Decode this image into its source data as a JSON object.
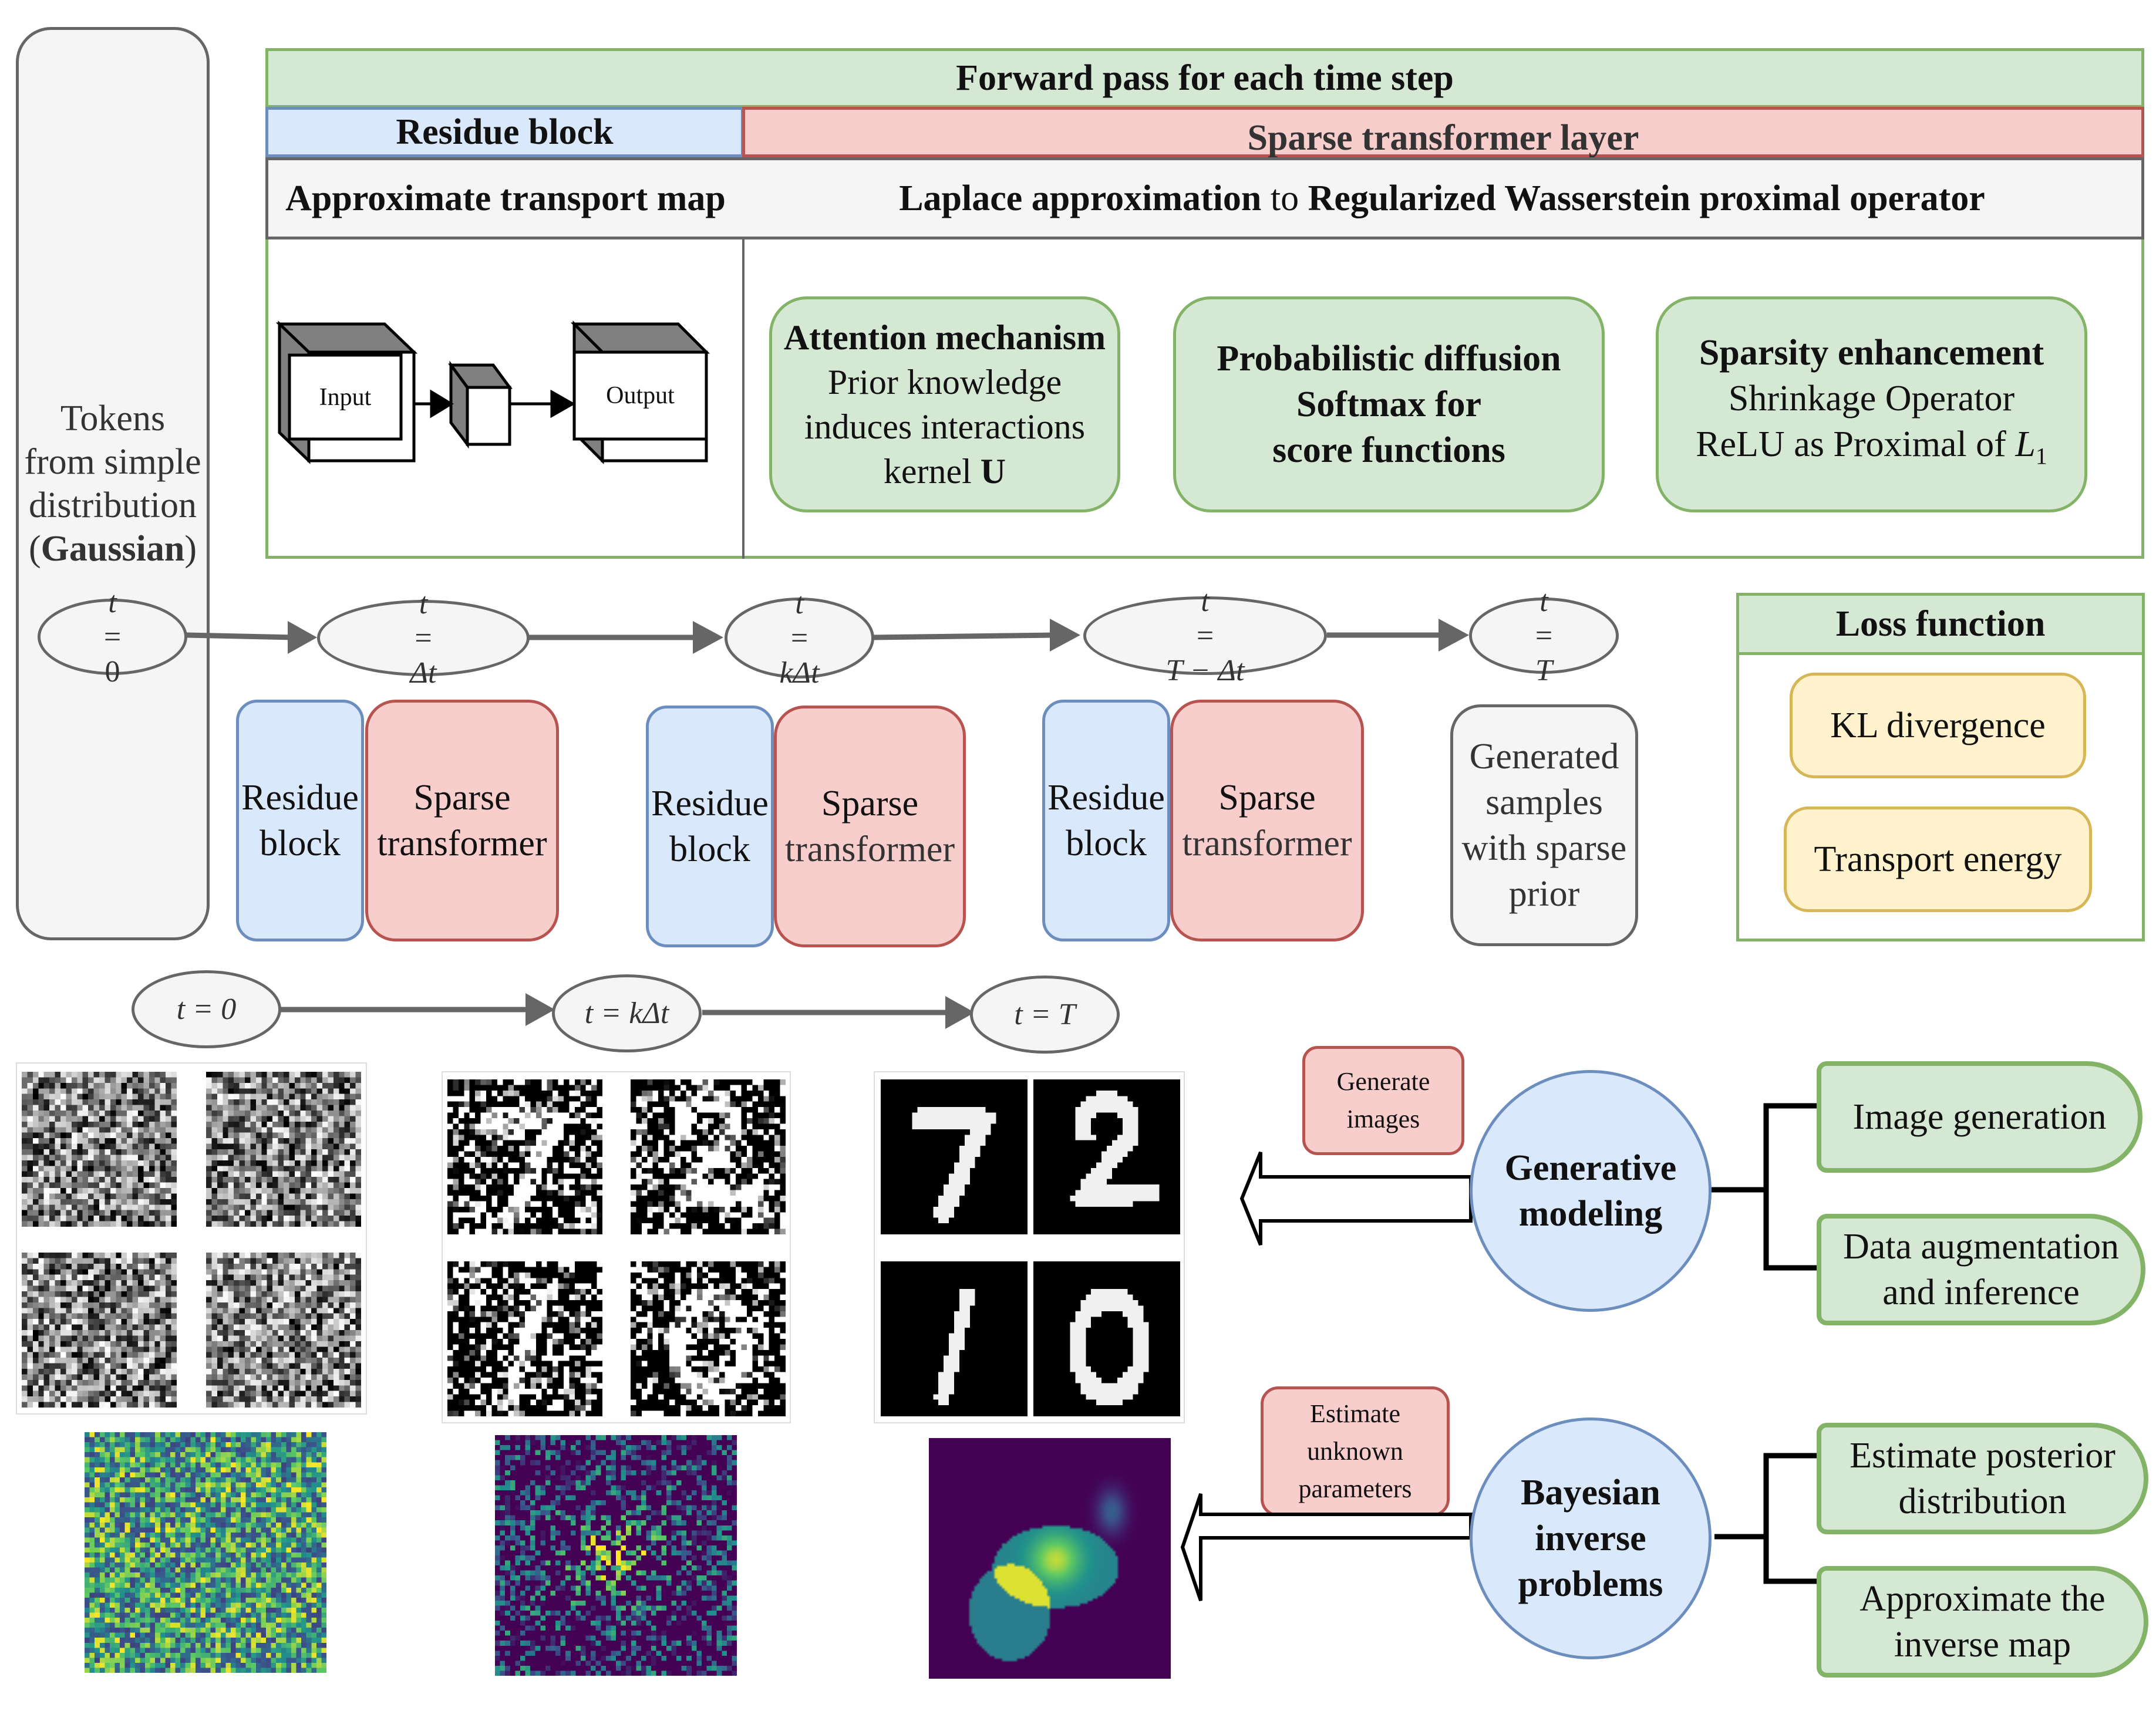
{
  "tokens_panel": {
    "lines": [
      "Tokens",
      "from simple",
      "distribution"
    ],
    "gaussian_prefix": "(",
    "gaussian": "Gaussian",
    "gaussian_suffix": ")"
  },
  "forward_pass": {
    "title": "Forward pass for each time step",
    "residue_header": "Residue block",
    "sparse_header": "Sparse transformer layer",
    "residue_subheader": "Approximate transport map",
    "sparse_subheader": {
      "part1": "Laplace approximation",
      "part2": " to ",
      "part3": "Regularized Wasserstein proximal operator"
    },
    "diagram": {
      "input_label": "Input",
      "output_label": "Output"
    },
    "cards": [
      {
        "title": "Attention mechanism",
        "lines": [
          "Prior knowledge",
          "induces interactions"
        ],
        "last_prefix": "kernel ",
        "last_bold": "U"
      },
      {
        "title": "Probabilistic diffusion",
        "lines_bold": [
          "Softmax for",
          "score functions"
        ]
      },
      {
        "title": "Sparsity enhancement",
        "lines": [
          "Shrinkage Operator"
        ],
        "last_prefix": "ReLU as Proximal of ",
        "math": "L",
        "math_sub": "1"
      }
    ]
  },
  "timeline": {
    "nodes": [
      {
        "var": "t",
        "eq": " = ",
        "val": "0"
      },
      {
        "var": "t",
        "eq": " = ",
        "val": "Δt"
      },
      {
        "var": "t",
        "eq": " = ",
        "val": "kΔt"
      },
      {
        "var": "t",
        "eq": " = ",
        "val": "T − Δt"
      },
      {
        "var": "t",
        "eq": " = ",
        "val": "T"
      }
    ],
    "blocks": [
      {
        "residue": [
          "Residue",
          "block"
        ],
        "sparse": [
          "Sparse",
          "transformer"
        ]
      },
      {
        "residue": [
          "Residue",
          "block"
        ],
        "sparse": [
          "Sparse",
          "transformer"
        ]
      },
      {
        "residue": [
          "Residue",
          "block"
        ],
        "sparse": [
          "Sparse",
          "transformer"
        ]
      }
    ],
    "generated": [
      "Generated",
      "samples",
      "with sparse",
      "prior"
    ]
  },
  "loss": {
    "title": "Loss function",
    "items": [
      "KL divergence",
      "Transport energy"
    ]
  },
  "bottom_timeline": {
    "nodes": [
      "t = 0",
      "t = kΔt",
      "t = T"
    ]
  },
  "applications": [
    {
      "label": "Generate images",
      "label_lines": [
        "Generate",
        "images"
      ],
      "hub": [
        "Generative",
        "modeling"
      ],
      "uses": [
        [
          "Image generation"
        ],
        [
          "Data augmentation",
          "and inference"
        ]
      ]
    },
    {
      "label": "Estimate unknown parameters",
      "label_lines": [
        "Estimate",
        "unknown",
        "parameters"
      ],
      "hub": [
        "Bayesian",
        "inverse",
        "problems"
      ],
      "uses": [
        [
          "Estimate posterior",
          "distribution"
        ],
        [
          "Approximate the",
          "inverse map"
        ]
      ]
    }
  ],
  "digits": [
    "7",
    "2",
    "1",
    "0"
  ],
  "colors": {
    "green_fill": "#d5e8d4",
    "green_stroke": "#82b366",
    "blue_fill": "#dae8fc",
    "blue_stroke": "#6c8ebf",
    "red_fill": "#f8cecc",
    "red_stroke": "#b85450",
    "yellow_fill": "#fff2cc",
    "yellow_stroke": "#d6b656",
    "gray_fill": "#f5f5f5",
    "gray_stroke": "#666666"
  }
}
